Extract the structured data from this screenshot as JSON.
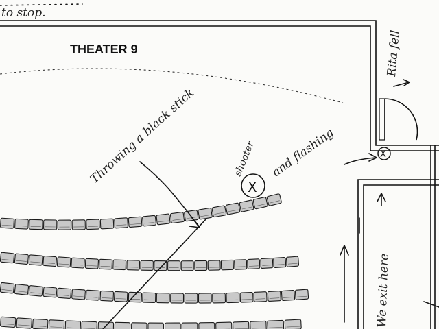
{
  "title": "THEATER 9",
  "annotations": {
    "top_left_note": "to stop.",
    "throwing_note": "Throwing a black stick",
    "shooter_note": "shooter",
    "flashing_note": "and flashing",
    "shooter_mark": "X",
    "victim_mark": "X",
    "victim_label": "Rita fell",
    "exit_note": "We exit here"
  },
  "seating": {
    "rows_visible": 4,
    "seats_per_row": [
      20,
      22,
      22,
      18
    ]
  },
  "colors": {
    "ink": "#151515",
    "paper": "#fbfbf9",
    "seat_fill": "#c9c9c9"
  }
}
